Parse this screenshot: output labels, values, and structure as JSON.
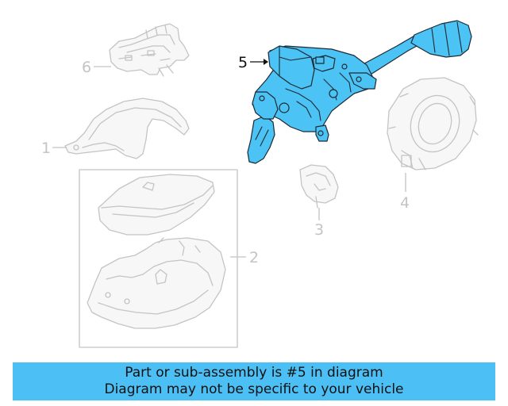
{
  "diagram": {
    "callouts": [
      {
        "id": "1",
        "label": "1",
        "highlighted": false
      },
      {
        "id": "2",
        "label": "2",
        "highlighted": false
      },
      {
        "id": "3",
        "label": "3",
        "highlighted": false
      },
      {
        "id": "4",
        "label": "4",
        "highlighted": false
      },
      {
        "id": "5",
        "label": "5",
        "highlighted": true
      },
      {
        "id": "6",
        "label": "6",
        "highlighted": false
      }
    ]
  },
  "banner": {
    "line1": "Part or sub-assembly is #5 in diagram",
    "line2": "Diagram may not be specific to your vehicle"
  },
  "colors": {
    "highlight": "#4cc3f5",
    "banner": "#4cbff5",
    "ghost_line": "#c4c4c4"
  }
}
